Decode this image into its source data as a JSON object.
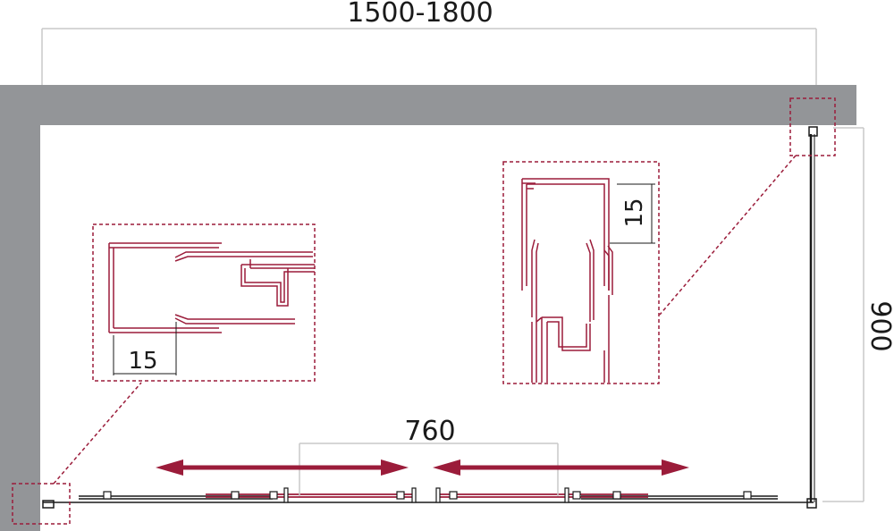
{
  "dimensions": {
    "total_width": "1500-1800",
    "door_width": "760",
    "depth": "900",
    "detail_left_gap": "15",
    "detail_right_gap": "15"
  },
  "colors": {
    "wall": "#939598",
    "accent": "#9b1c3a",
    "line": "#1a1a1a",
    "dim_line": "#c8c8c8"
  }
}
